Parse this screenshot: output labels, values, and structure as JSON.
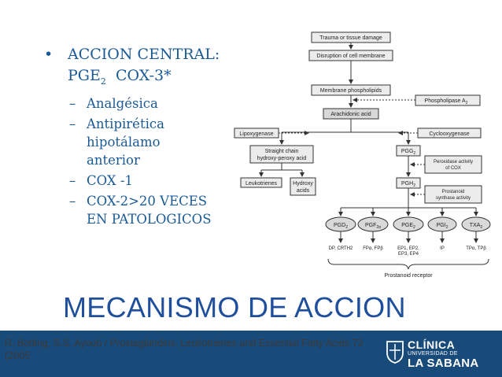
{
  "bullets": {
    "main": {
      "line1": "ACCION CENTRAL:",
      "line2a": "PGE",
      "line2sub": "2",
      "line2b": "COX-3*"
    },
    "subs": [
      "Analgésica",
      "Antipirética",
      "hipotálamo",
      "anterior",
      "COX -1",
      "COX-2>20 VECES",
      "EN PATOLOGICOS"
    ]
  },
  "title": "MECANISMO DE ACCION",
  "citation": "R. Botting, S.S. Ayoub / Prostaglandins, Leukotrienes and Essential Fatty Acids 72 (2005",
  "logo": {
    "line1": "CLÍNICA",
    "line2": "UNIVERSIDAD DE",
    "line3": "LA SABANA"
  },
  "diagram": {
    "trauma": "Trauma or tissue damage",
    "disruption": "Disruption of cell membrane",
    "membrane": "Membrane phospholipids",
    "phospholipase": "Phospholipase A",
    "phospholipase_sub": "2",
    "arachidonic": "Arachidonic acid",
    "lipoxygenase": "Lipoxygenase",
    "cyclooxygenase": "Cyclooxygenase",
    "straight1": "Straight chain",
    "straight2": "hydroxy-peroxy acid",
    "pgg": "PGG",
    "pgg_sub": "2",
    "peroxidase1": "Peroxidase activity",
    "peroxidase2": "of COX",
    "leukotrienes": "Leukotrienes",
    "hydroxy1": "Hydroxy",
    "hydroxy2": "acids",
    "pgh": "PGH",
    "pgh_sub": "2",
    "prostanoid_synth1": "Prostanoid",
    "prostanoid_synth2": "synthase activity",
    "ovals": [
      {
        "base": "PGD",
        "sub": "2"
      },
      {
        "base": "PGF",
        "sub": "2α"
      },
      {
        "base": "PGE",
        "sub": "2"
      },
      {
        "base": "PGI",
        "sub": "2"
      },
      {
        "base": "TXA",
        "sub": "2"
      }
    ],
    "receptors": [
      "DP, CRTH2",
      "FPα, FPβ",
      "EP1, EP2,",
      "EP3, EP4",
      "IP",
      "TPα, TPβ"
    ],
    "receptor_label": "Prostanoid receptor"
  }
}
